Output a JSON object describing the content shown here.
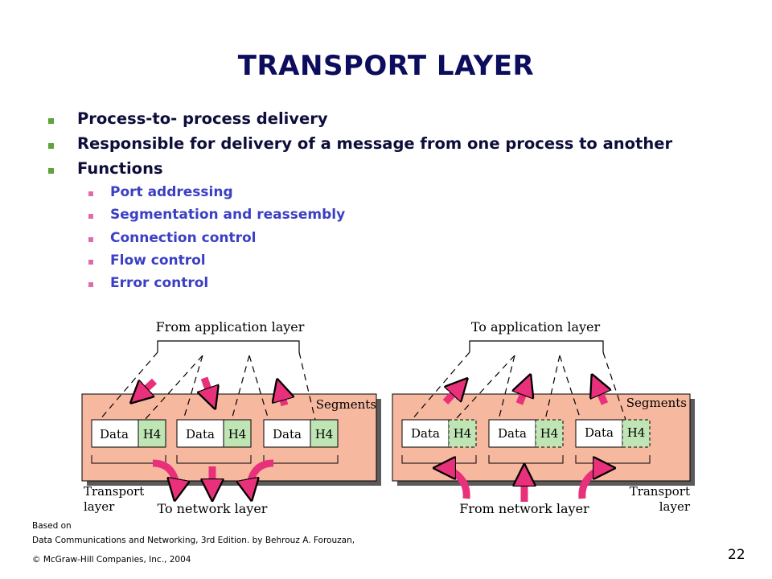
{
  "slide": {
    "title": "TRANSPORT LAYER",
    "page_number": "22"
  },
  "bullets": [
    "Process-to- process delivery",
    "Responsible for delivery of a message from one process to another",
    "Functions"
  ],
  "sub_bullets": [
    "Port addressing",
    "Segmentation and reassembly",
    "Connection control",
    "Flow control",
    "Error control"
  ],
  "diagram": {
    "left": {
      "top_label": "From application layer",
      "box_label": "Segments",
      "layer_label_line1": "Transport",
      "layer_label_line2": "layer",
      "bottom_label": "To network layer",
      "segments": [
        {
          "data": "Data",
          "header": "H4"
        },
        {
          "data": "Data",
          "header": "H4"
        },
        {
          "data": "Data",
          "header": "H4"
        }
      ]
    },
    "right": {
      "top_label": "To application layer",
      "box_label": "Segments",
      "layer_label_line1": "Transport",
      "layer_label_line2": "layer",
      "bottom_label": "From network layer",
      "segments": [
        {
          "data": "Data",
          "header": "H4"
        },
        {
          "data": "Data",
          "header": "H4"
        },
        {
          "data": "Data",
          "header": "H4"
        }
      ]
    },
    "colors": {
      "box_fill": "#f7b8a0",
      "header_fill": "#bfe5b5",
      "arrow": "#e8317a"
    }
  },
  "footer": {
    "based_on": "Based on",
    "citation": "Data Communications  and Networking, 3rd Edition.  by Behrouz A. Forouzan,",
    "copyright": "© McGraw-Hill Companies, Inc., 2004"
  }
}
